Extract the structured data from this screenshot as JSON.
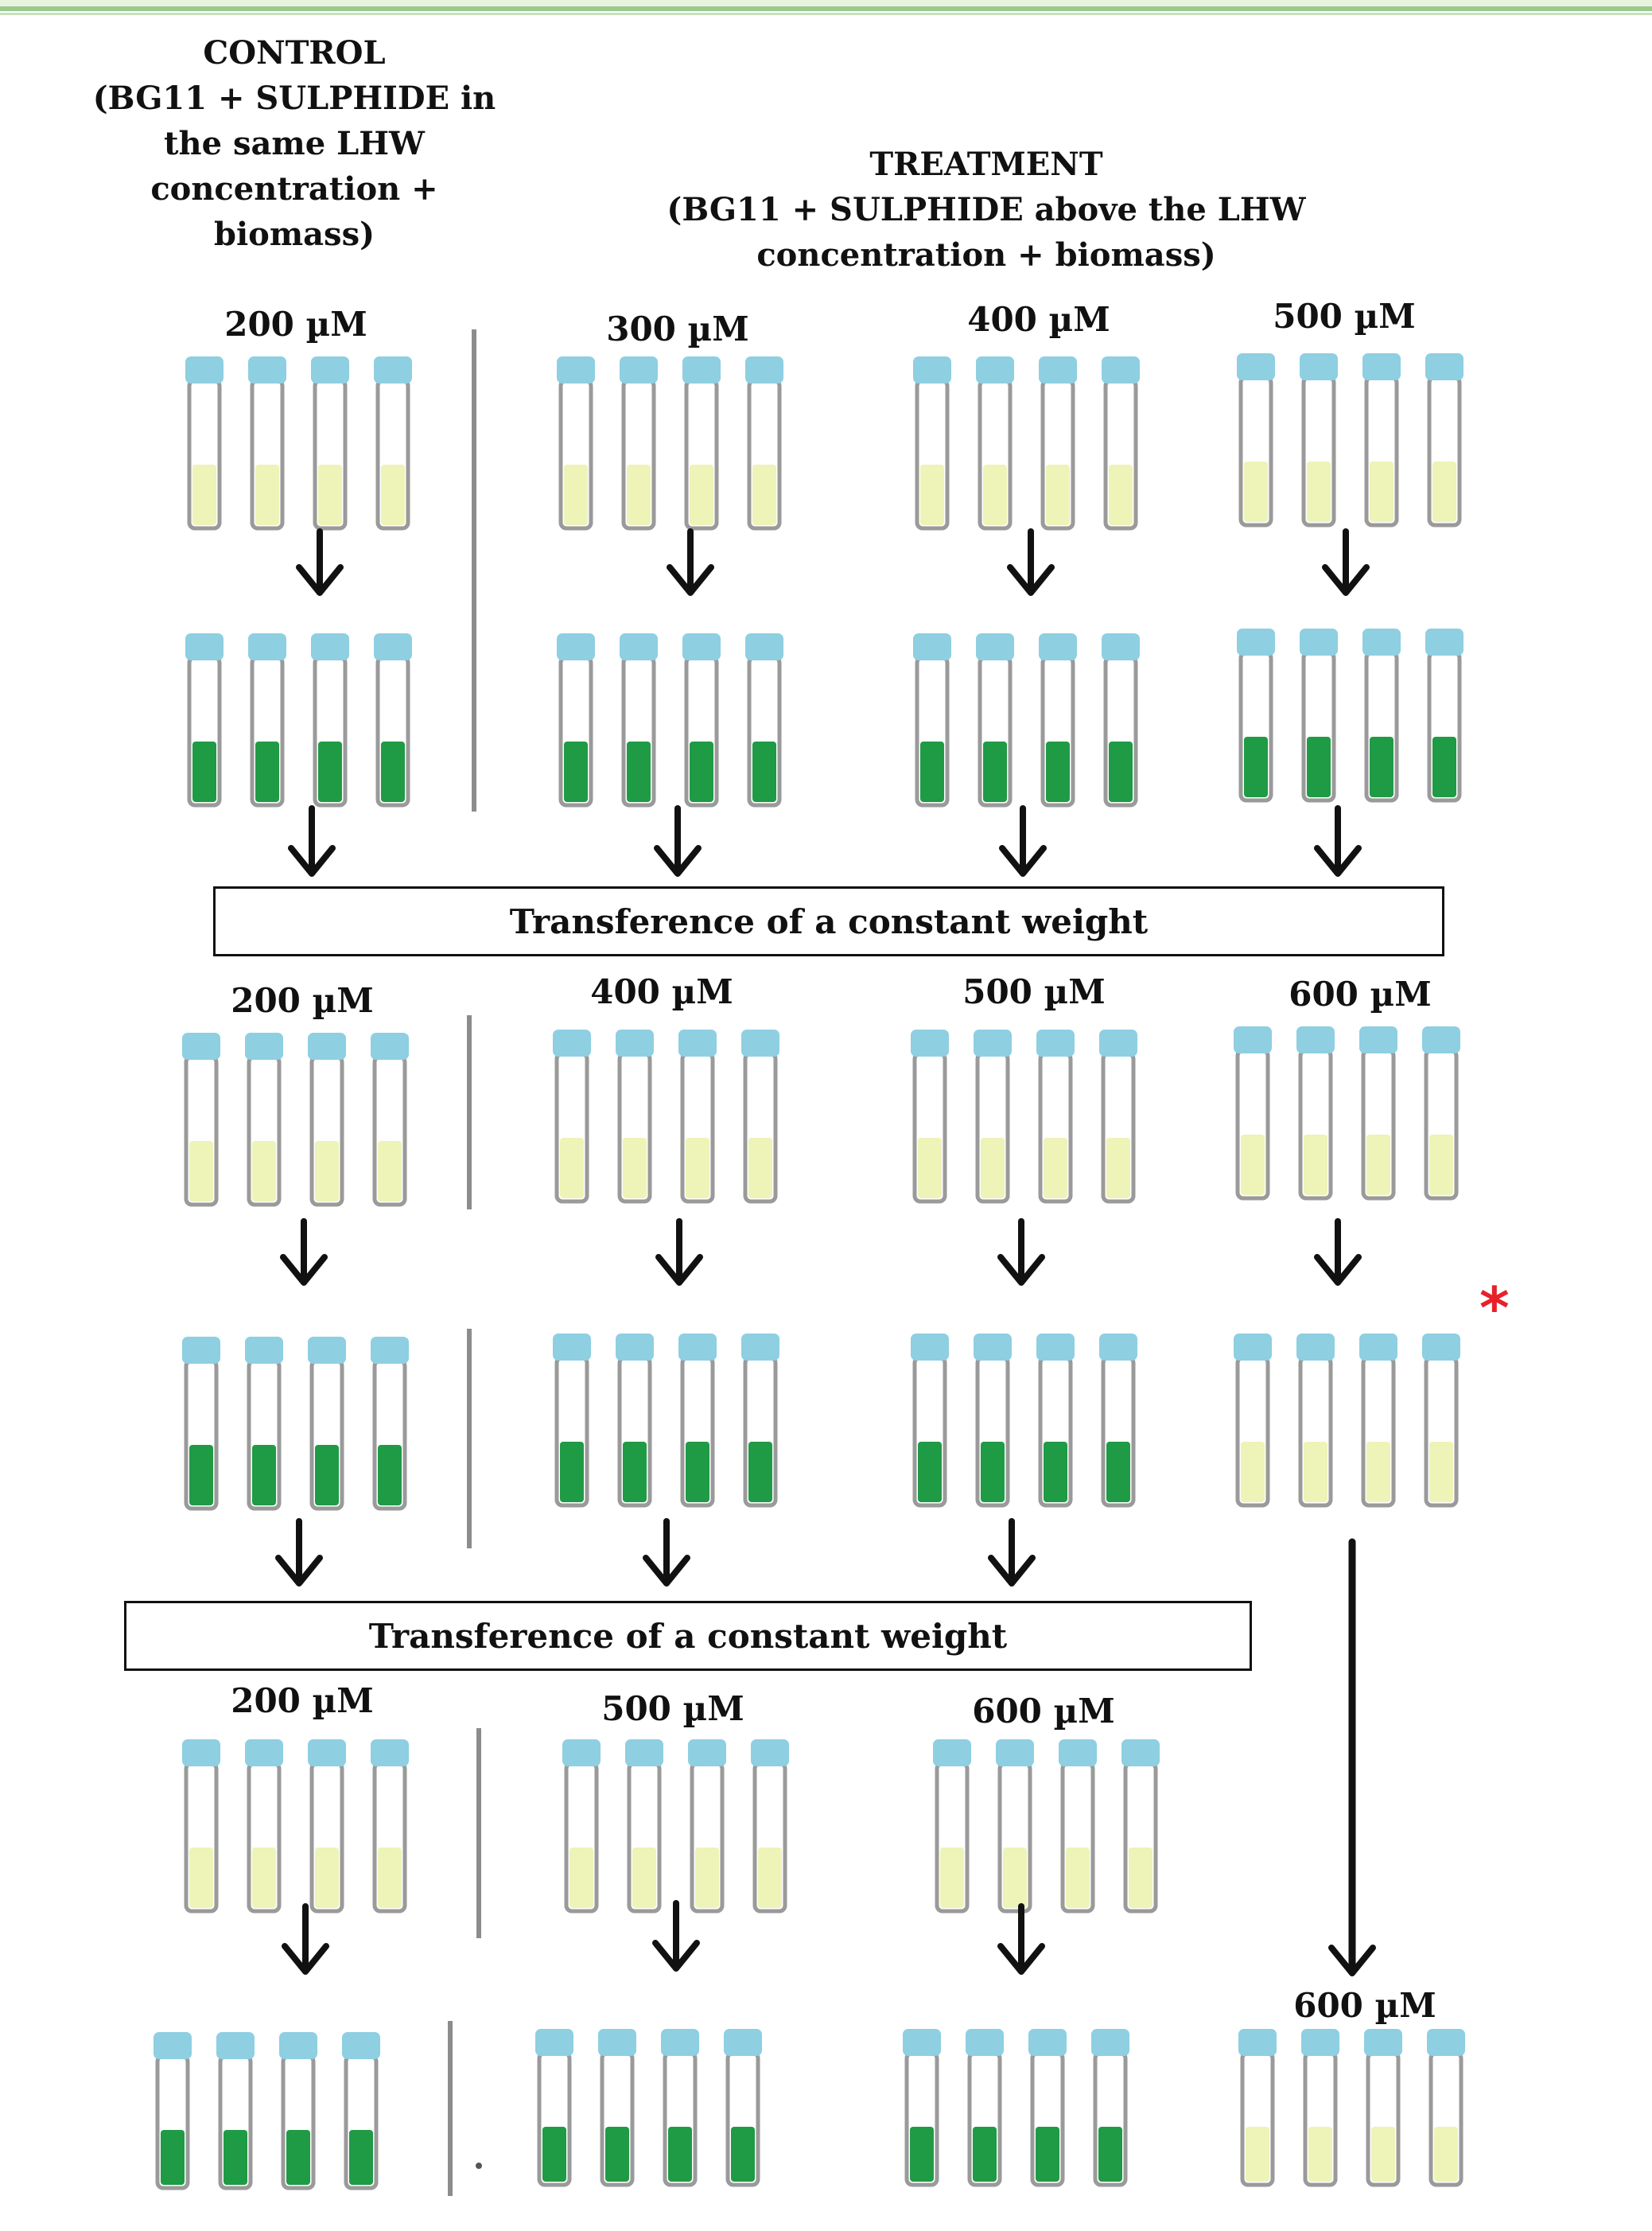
{
  "colors": {
    "cap": "#8ecfe2",
    "tube_outline": "#9a9a9a",
    "pale_medium": "#eef3b8",
    "green_medium": "#1f9a45",
    "arrow": "#111111",
    "divider": "#8c8c8c",
    "top_rule": "#9bc98d",
    "asterisk": "#e8202a"
  },
  "header": {
    "control_lines": [
      "CONTROL",
      "(BG11 + SULPHIDE  in",
      "the same LHW",
      "concentration +",
      "biomass)"
    ],
    "treatment_lines": [
      "TREATMENT",
      "(BG11 + SULPHIDE above the LHW",
      "concentration + biomass)"
    ]
  },
  "boxes": {
    "transfer_1": "Transference of  a constant weight",
    "transfer_2": "Transference of  a constant weight"
  },
  "asterisk": "*",
  "concentrations": [
    {
      "id": "r1-g1",
      "label": "200 µM"
    },
    {
      "id": "r1-g2",
      "label": "300 µM"
    },
    {
      "id": "r1-g3",
      "label": "400 µM"
    },
    {
      "id": "r1-g4",
      "label": "500 µM"
    },
    {
      "id": "r3-g1",
      "label": "200 µM"
    },
    {
      "id": "r3-g2",
      "label": "400 µM"
    },
    {
      "id": "r3-g3",
      "label": "500 µM"
    },
    {
      "id": "r3-g4",
      "label": "600 µM"
    },
    {
      "id": "r5-g1",
      "label": "200 µM"
    },
    {
      "id": "r5-g2",
      "label": "500 µM"
    },
    {
      "id": "r5-g3",
      "label": "600 µM"
    },
    {
      "id": "r6-g4",
      "label": "600 µM"
    }
  ]
}
